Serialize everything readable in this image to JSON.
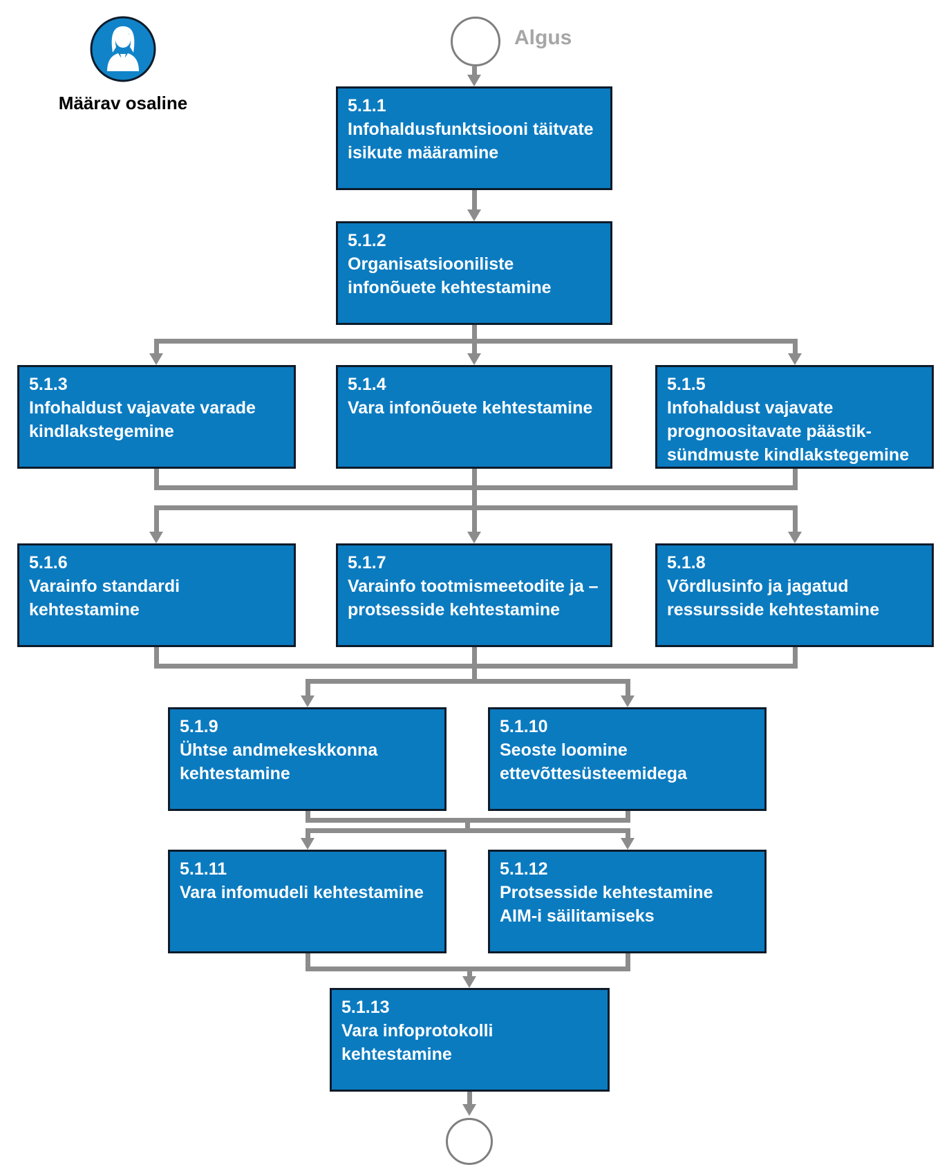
{
  "colors": {
    "box_fill": "#0B7BC0",
    "box_border": "#0D1B2A",
    "box_text": "#FFFFFF",
    "connector": "#8C8C8C",
    "terminal_border": "#7F7F7F",
    "start_label_color": "#A6A6A6",
    "lane_icon_fill": "#1184C9",
    "lane_label_color": "#000000"
  },
  "lane": {
    "label": "Määrav osaline",
    "icon": "person-icon"
  },
  "flow": {
    "start_label": "Algus",
    "nodes": [
      {
        "id": "5.1.1",
        "title": "Infohaldusfunktsiooni täitvate\nisikute määramine"
      },
      {
        "id": "5.1.2",
        "title": "Organisatsiooniliste\ninfonõuete kehtestamine"
      },
      {
        "id": "5.1.3",
        "title": "Infohaldust vajavate varade\nkindlakstegemine"
      },
      {
        "id": "5.1.4",
        "title": "Vara infonõuete kehtestamine"
      },
      {
        "id": "5.1.5",
        "title": "Infohaldust vajavate\nprognoositavate päästik-\nsündmuste kindlakstegemine"
      },
      {
        "id": "5.1.6",
        "title": "Varainfo standardi\nkehtestamine"
      },
      {
        "id": "5.1.7",
        "title": "Varainfo tootmismeetodite ja –\nprotsesside kehtestamine"
      },
      {
        "id": "5.1.8",
        "title": "Võrdlusinfo ja jagatud\nressursside kehtestamine"
      },
      {
        "id": "5.1.9",
        "title": "Ühtse andmekeskkonna\nkehtestamine"
      },
      {
        "id": "5.1.10",
        "title": "Seoste loomine\nettevõttesüsteemidega"
      },
      {
        "id": "5.1.11",
        "title": "Vara infomudeli kehtestamine"
      },
      {
        "id": "5.1.12",
        "title": "Protsesside kehtestamine\nAIM-i säilitamiseks"
      },
      {
        "id": "5.1.13",
        "title": "Vara infoprotokolli\nkehtestamine"
      }
    ]
  }
}
